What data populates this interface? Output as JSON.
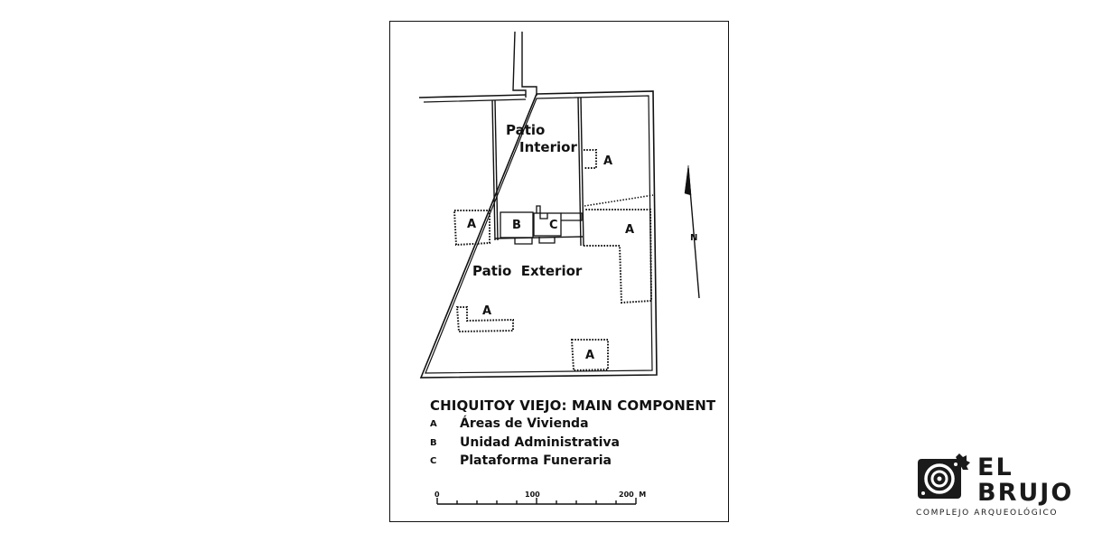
{
  "diagram": {
    "labels": {
      "patio_interior_line1": "Patio",
      "patio_interior_line2": "Interior",
      "patio_exterior": "Patio  Exterior",
      "area_a": "A",
      "area_b": "B",
      "area_c": "C",
      "north": "N"
    },
    "legend": {
      "title": "CHIQUITOY VIEJO: MAIN COMPONENT",
      "items": [
        {
          "key": "A",
          "text": "Áreas de Vivienda"
        },
        {
          "key": "B",
          "text": "Unidad Administrativa"
        },
        {
          "key": "C",
          "text": "Plataforma Funeraria"
        }
      ]
    },
    "scale": {
      "ticks": [
        "0",
        "100",
        "200  M"
      ]
    }
  },
  "logo": {
    "title_line1": "EL",
    "title_line2": "BRUJO",
    "subtitle": "COMPLEJO ARQUEOLÓGICO"
  }
}
